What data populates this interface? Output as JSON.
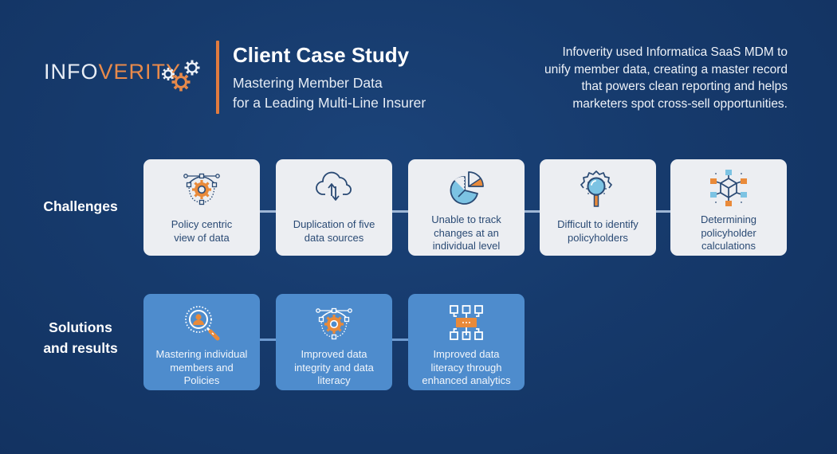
{
  "logo": {
    "part1": "INFO",
    "part2": "VERITY",
    "colors": {
      "white": "#e8edf5",
      "orange": "#e98a4a"
    }
  },
  "header": {
    "title": "Client Case Study",
    "subtitle_line1": "Mastering Member Data",
    "subtitle_line2": "for a Leading Multi-Line Insurer"
  },
  "summary": {
    "line1": "Infoverity used Informatica SaaS MDM to",
    "line2": "unify member data, creating a master record",
    "line3": "that powers clean reporting and helps",
    "line4": "marketers spot cross-sell opportunities."
  },
  "rows": {
    "challenges_label": "Challenges",
    "solutions_label_line1": "Solutions",
    "solutions_label_line2": "and results"
  },
  "challenges": [
    {
      "icon": "bezier-gear-icon",
      "line1": "Policy centric",
      "line2": "view of data",
      "line3": ""
    },
    {
      "icon": "cloud-sync-icon",
      "line1": "Duplication of five",
      "line2": "data sources",
      "line3": ""
    },
    {
      "icon": "pie-chart-icon",
      "line1": "Unable to track",
      "line2": "changes at an",
      "line3": "individual level"
    },
    {
      "icon": "gear-magnifier-icon",
      "line1": "Difficult to identify",
      "line2": "policyholders",
      "line3": ""
    },
    {
      "icon": "network-cube-icon",
      "line1": "Determining",
      "line2": "policyholder",
      "line3": "calculations"
    }
  ],
  "solutions": [
    {
      "icon": "person-search-icon",
      "line1": "Mastering individual",
      "line2": "members and",
      "line3": "Policies"
    },
    {
      "icon": "bezier-gear-icon",
      "line1": "Improved data",
      "line2": "integrity and data",
      "line3": "literacy"
    },
    {
      "icon": "data-flow-icon",
      "line1": "Improved data",
      "line2": "literacy through",
      "line3": "enhanced analytics"
    }
  ],
  "colors": {
    "background": "#163a6c",
    "accent_orange": "#e07b3f",
    "challenge_card": "#eceef2",
    "challenge_text": "#2a4a74",
    "solution_card": "#4e8ccd",
    "icon_light_blue": "#7cc3e3"
  }
}
